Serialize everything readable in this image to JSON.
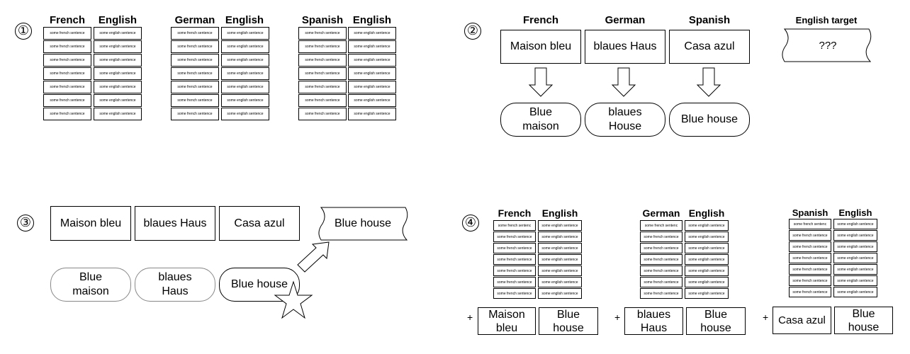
{
  "panel1": {
    "number": "①",
    "tables": [
      {
        "headers": [
          "French",
          "English"
        ],
        "left": [
          "some french sentence",
          "some french sentence",
          "some french sentence",
          "some french sentence",
          "some french sentence",
          "some french sentence",
          "some french sentence"
        ],
        "right": [
          "some english sentence",
          "some english sentence",
          "some english sentence",
          "some english sentence",
          "some english sentence",
          "some english sentence",
          "some english sentence"
        ]
      },
      {
        "headers": [
          "German",
          "English"
        ],
        "left": [
          "some french sentence",
          "some french sentence",
          "some french sentence",
          "some french sentence",
          "some french sentence",
          "some french sentence",
          "some french sentence"
        ],
        "right": [
          "some english sentence",
          "some english sentence",
          "some english sentence",
          "some english sentence",
          "some english sentence",
          "some english sentence",
          "some english sentence"
        ]
      },
      {
        "headers": [
          "Spanish",
          "English"
        ],
        "left": [
          "some french sentence",
          "some french sentence",
          "some french sentence",
          "some french sentence",
          "some french sentence",
          "some french sentence",
          "some french sentence"
        ],
        "right": [
          "some english sentence",
          "some english sentence",
          "some english sentence",
          "some english sentence",
          "some english sentence",
          "some english sentence",
          "some english sentence"
        ]
      }
    ]
  },
  "panel2": {
    "number": "②",
    "headers": [
      "French",
      "German",
      "Spanish"
    ],
    "sources": [
      "Maison bleu",
      "blaues Haus",
      "Casa azul"
    ],
    "outputs": [
      "Blue\nmaison",
      "blaues\nHouse",
      "Blue house"
    ],
    "target_label": "English target",
    "target_value": "???"
  },
  "panel3": {
    "number": "③",
    "sources": [
      "Maison bleu",
      "blaues Haus",
      "Casa azul"
    ],
    "outputs": [
      "Blue\nmaison",
      "blaues\nHaus",
      "Blue house"
    ],
    "target": "Blue house"
  },
  "panel4": {
    "number": "④",
    "tables": [
      {
        "headers": [
          "French",
          "English"
        ],
        "left": [
          "some french sentenc",
          "some french sentence",
          "some french sentence",
          "some french sentence",
          "some french sentence",
          "some french sentence",
          "some french sentence"
        ],
        "right": [
          "some english sentence",
          "some english sentence",
          "some english sentence",
          "some english sentence",
          "some english sentence",
          "some english sentence",
          "some english sentence"
        ],
        "added": [
          "Maison\nbleu",
          "Blue\nhouse"
        ]
      },
      {
        "headers": [
          "German",
          "English"
        ],
        "left": [
          "some french sentenc",
          "some french sentence",
          "some french sentence",
          "some french sentence",
          "some french sentence",
          "some french sentence",
          "some french sentence"
        ],
        "right": [
          "some english sentence",
          "some english sentence",
          "some english sentence",
          "some english sentence",
          "some english sentence",
          "some english sentence",
          "some english sentence"
        ],
        "added": [
          "blaues\nHaus",
          "Blue\nhouse"
        ]
      },
      {
        "headers": [
          "Spanish",
          "English"
        ],
        "left": [
          "some french sentenc",
          "some french sentence",
          "some french sentence",
          "some french sentence",
          "some french sentence",
          "some french sentence",
          "some french sentence"
        ],
        "right": [
          "some english sentence",
          "some english sentence",
          "some english sentence",
          "some english sentence",
          "some english sentence",
          "some english sentence",
          "some english sentence"
        ],
        "added": [
          "Casa azul",
          "Blue\nhouse"
        ]
      }
    ],
    "plus": "+"
  }
}
